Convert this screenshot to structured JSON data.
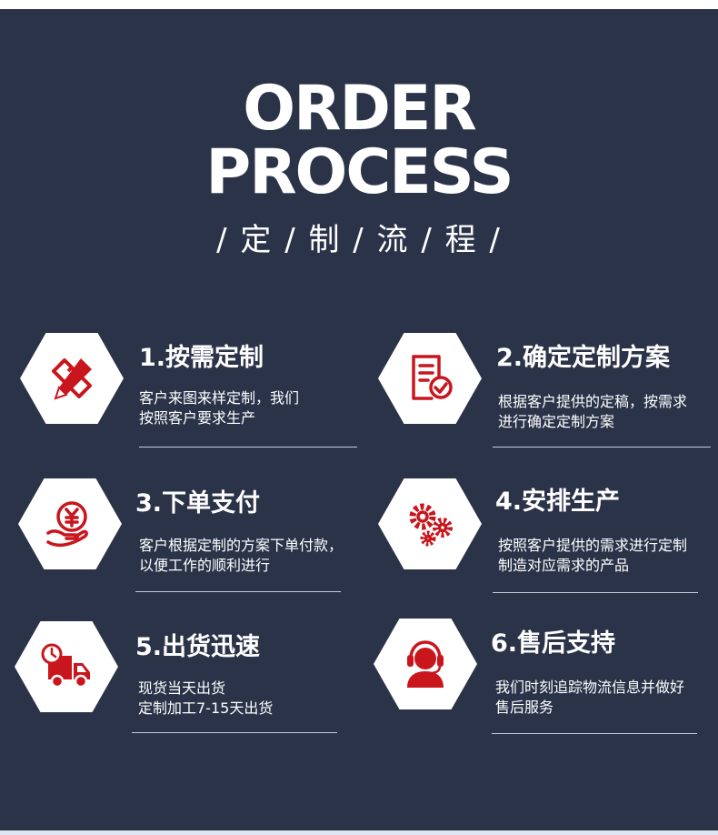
{
  "header": {
    "title_line1": "ORDER",
    "title_line2": "PROCESS",
    "subtitle": "/ 定 / 制 / 流 / 程 /"
  },
  "steps": [
    {
      "title": "1.按需定制",
      "desc1": "客户来图来样定制，我们",
      "desc2": "按照客户要求生产",
      "icon": "pencil-ruler-icon"
    },
    {
      "title": "2.确定定制方案",
      "desc1": "根据客户提供的定稿，按需求",
      "desc2": "进行确定定制方案",
      "icon": "document-check-icon"
    },
    {
      "title": "3.下单支付",
      "desc1": "客户根据定制的方案下单付款，",
      "desc2": "以便工作的顺利进行",
      "icon": "yen-hand-icon"
    },
    {
      "title": "4.安排生产",
      "desc1": "按照客户提供的需求进行定制",
      "desc2": "制造对应需求的产品",
      "icon": "gears-icon"
    },
    {
      "title": "5.出货迅速",
      "desc1": "现货当天出货",
      "desc2": "定制加工7-15天出货",
      "icon": "delivery-truck-icon"
    },
    {
      "title": "6.售后支持",
      "desc1": "我们时刻追踪物流信息并做好",
      "desc2": "售后服务",
      "icon": "headset-support-icon"
    }
  ],
  "colors": {
    "accent": "#c9161d",
    "background": "#2b3349",
    "text": "#ffffff"
  }
}
